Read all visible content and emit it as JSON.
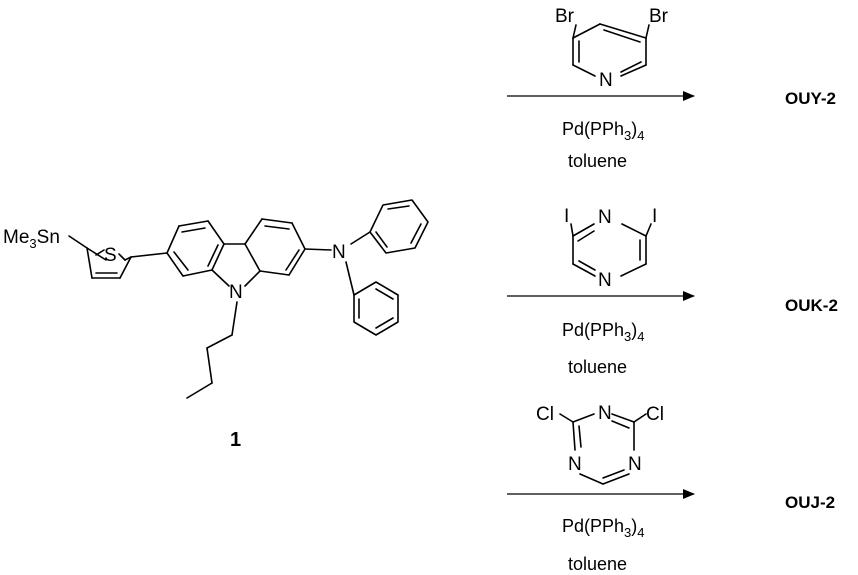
{
  "starting_material": {
    "number": "1",
    "substituent_label": "Me3Sn",
    "atoms": {
      "sulfur": "S",
      "carbazole_n": "N",
      "amine_n": "N"
    }
  },
  "reactions": [
    {
      "reagent": {
        "halogen_left": "Br",
        "halogen_right": "Br",
        "ring_atoms": [
          "N"
        ]
      },
      "catalyst": "Pd(PPh3)4",
      "solvent": "toluene",
      "product": "OUY-2"
    },
    {
      "reagent": {
        "halogen_left": "I",
        "halogen_right": "I",
        "ring_atoms": [
          "N",
          "N"
        ]
      },
      "catalyst": "Pd(PPh3)4",
      "solvent": "toluene",
      "product": "OUK-2"
    },
    {
      "reagent": {
        "halogen_left": "Cl",
        "halogen_right": "Cl",
        "ring_atoms": [
          "N",
          "N",
          "N"
        ]
      },
      "catalyst": "Pd(PPh3)4",
      "solvent": "toluene",
      "product": "OUJ-2"
    }
  ]
}
